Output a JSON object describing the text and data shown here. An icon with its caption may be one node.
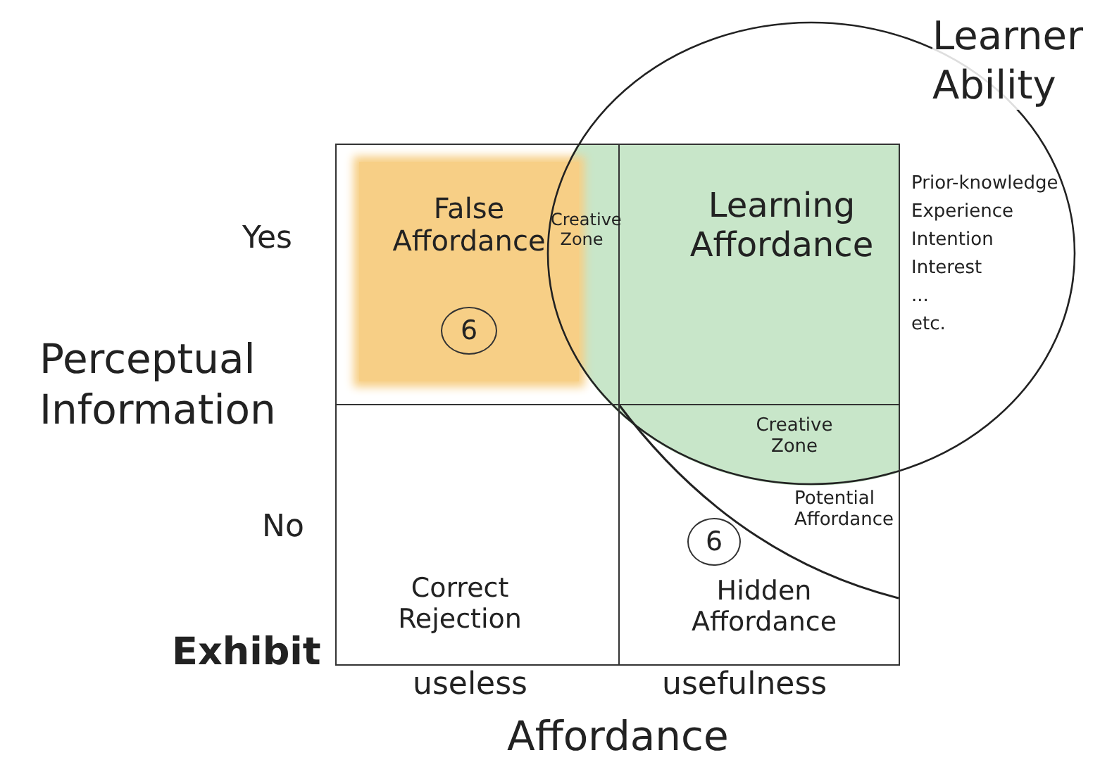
{
  "diagram": {
    "nodes": [
      {
        "text": [
          "False Affordance"
        ]
      },
      {
        "text": [
          "6"
        ],
        "in": 0
      },
      {
        "text": [
          "Learning Affordance"
        ],
        "in": 6
      },
      {
        "text": [
          "Correct Rejection"
        ]
      },
      {
        "text": [
          "Hidden Affordance"
        ]
      },
      {
        "text": [
          "6"
        ],
        "in": 4
      },
      {
        "text": [
          "Learner Ability",
          "Prior-knowledge",
          "Experience",
          "Intention",
          "Interest",
          "...",
          "etc."
        ]
      }
    ],
    "edges": [],
    "labels": [
      "Yes",
      "Perceptual Information",
      "No",
      "Exhibit",
      "useless",
      "usefulness",
      "Affordance",
      "Creative Zone",
      "Creative Zone",
      "Potential Affordance"
    ]
  }
}
